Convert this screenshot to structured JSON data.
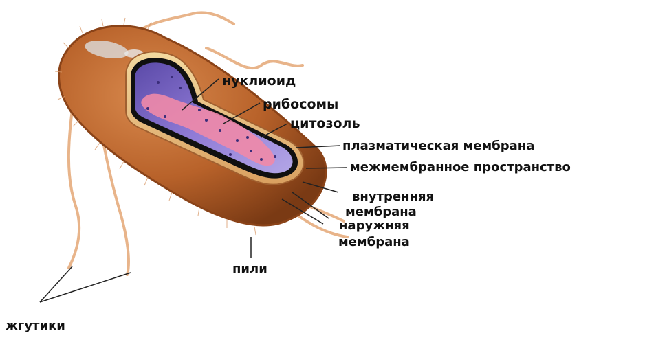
{
  "labels": {
    "nucleoid": "нуклиоид",
    "ribosomes": "рибосомы",
    "cytosol": "цитозоль",
    "plasma_membrane": "плазматическая мембрана",
    "intermembrane_space": "межмембранное пространство",
    "inner_membrane_line1": "внутренняя",
    "inner_membrane_line2": "мембрана",
    "outer_membrane_line1": "наружняя",
    "outer_membrane_line2": "мембрана",
    "pili": "пили",
    "flagella": "жгутики"
  },
  "colors": {
    "cell_wall": "#b8622a",
    "cell_wall_dark": "#8a4318",
    "flagella": "#e8b48a",
    "cytosol": "#7a5fc4",
    "nucleoid": "#f08aa8",
    "membrane_black": "#101010",
    "leader_line": "#222222"
  }
}
